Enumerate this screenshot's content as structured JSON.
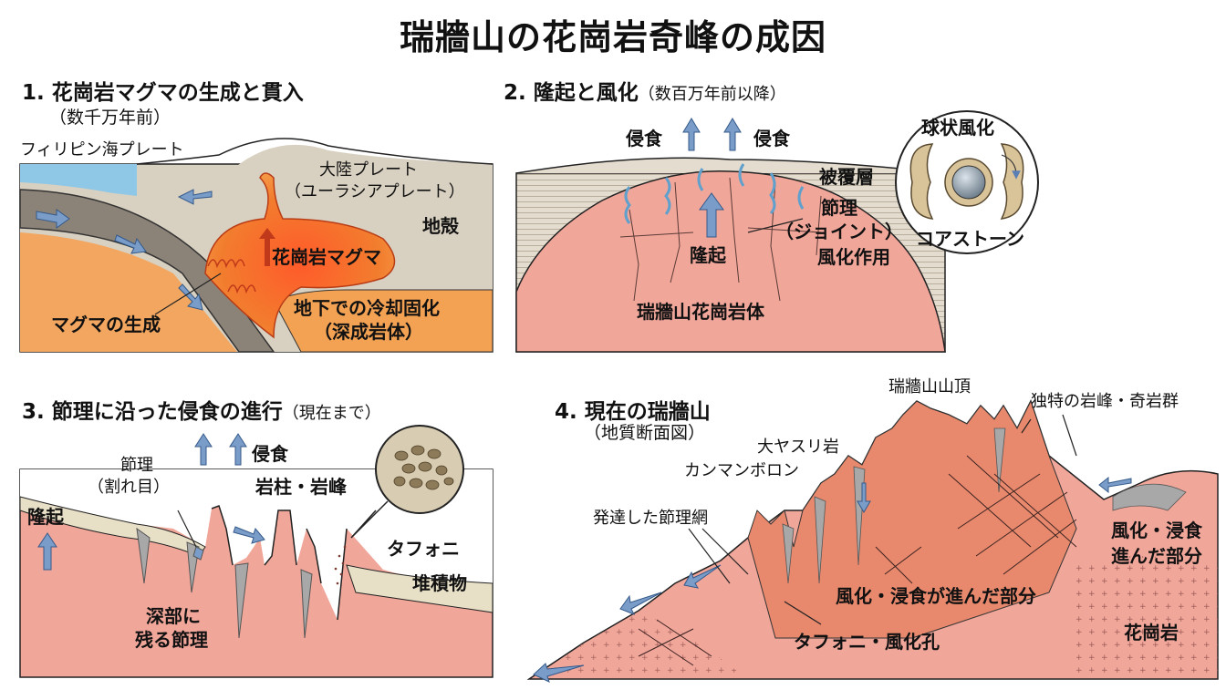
{
  "title": "瑞牆山の花崗岩奇峰の成因",
  "panel1": {
    "heading": "1. 花崗岩マグマの生成と貫入",
    "period": "（数千万年前）",
    "labels": {
      "philippine_plate": "フィリピン海プレート",
      "continental_plate": "大陸プレート",
      "eurasian_plate": "（ユーラシアプレート）",
      "crust": "地殻",
      "granite_magma": "花崗岩マグマ",
      "magma_generation": "マグマの生成",
      "cooling": "地下での冷却固化",
      "pluton": "（深成岩体）"
    }
  },
  "panel2": {
    "heading": "2. 隆起と風化",
    "period": "（数百万年前以降）",
    "labels": {
      "erosion_left": "侵食",
      "erosion_right": "侵食",
      "cover": "被覆層",
      "joints": "節理",
      "joints_sub": "（ジョイント）",
      "uplift": "隆起",
      "weathering": "風化作用",
      "granite_body": "瑞牆山花崗岩体",
      "spheroidal": "球状風化",
      "corestone": "コアストーン"
    }
  },
  "panel3": {
    "heading": "3. 節理に沿った侵食の進行",
    "period": "（現在まで）",
    "labels": {
      "joint": "節理",
      "crack": "（割れ目）",
      "erosion": "侵食",
      "pillars": "岩柱・岩峰",
      "uplift": "隆起",
      "tafoni": "タフォニ",
      "sediment": "堆積物",
      "deep1": "深部に",
      "deep2": "残る節理"
    }
  },
  "panel4": {
    "heading": "4. 現在の瑞牆山",
    "period": "（地質断面図）",
    "labels": {
      "summit": "瑞牆山山頂",
      "unique_peaks": "独特の岩峰・奇岩群",
      "oyasuri": "大ヤスリ岩",
      "kanman": "カンマンボロン",
      "network": "発達した節理網",
      "weathered_right1": "風化・浸食",
      "weathered_right2": "進んだ部分",
      "weathered_center": "風化・浸食が進んだ部分",
      "tafoni_holes": "タフォニ・風化孔",
      "granite": "花崗岩"
    }
  },
  "colors": {
    "granite_pink": "#f1a69a",
    "magma_orange": "#ef7b2b",
    "mantle_orange": "#f2a65f",
    "crust_tan": "#d8d0c0",
    "sea_blue": "#8fc8e6",
    "arrow_blue": "#7a9cc8",
    "gray_rock": "#a8a8a8"
  }
}
